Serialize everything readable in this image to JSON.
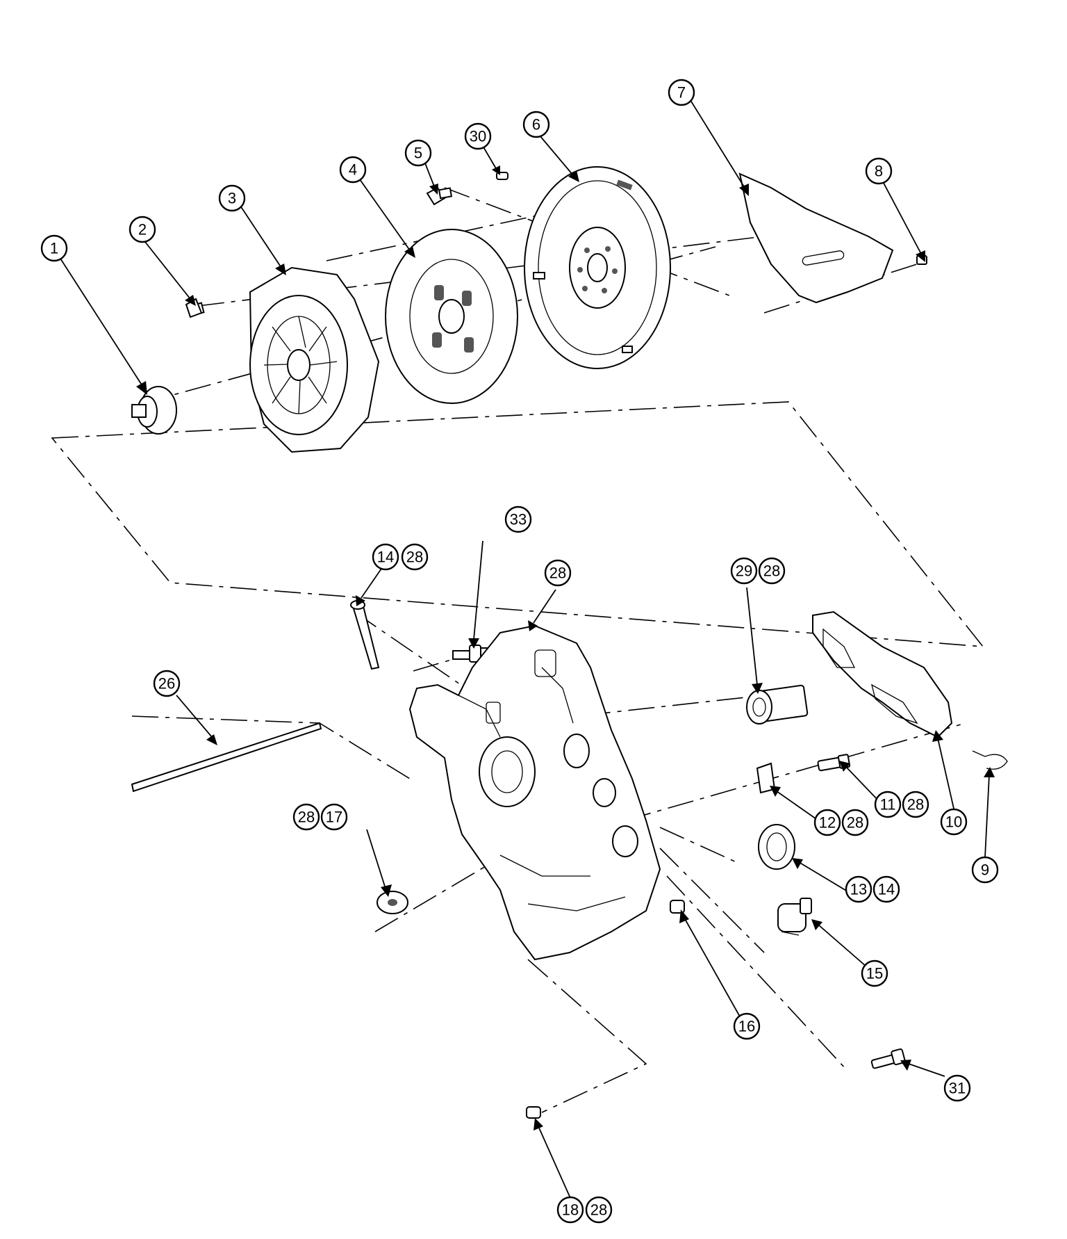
{
  "diagram": {
    "callouts": [
      {
        "id": "c1",
        "label": "1"
      },
      {
        "id": "c2",
        "label": "2"
      },
      {
        "id": "c3",
        "label": "3"
      },
      {
        "id": "c4",
        "label": "4"
      },
      {
        "id": "c5",
        "label": "5"
      },
      {
        "id": "c30",
        "label": "30"
      },
      {
        "id": "c6",
        "label": "6"
      },
      {
        "id": "c7",
        "label": "7"
      },
      {
        "id": "c8",
        "label": "8"
      },
      {
        "id": "c33",
        "label": "33"
      },
      {
        "id": "c14a",
        "label": "14"
      },
      {
        "id": "c28a",
        "label": "28"
      },
      {
        "id": "c28b",
        "label": "28"
      },
      {
        "id": "c29",
        "label": "29"
      },
      {
        "id": "c28c",
        "label": "28"
      },
      {
        "id": "c26",
        "label": "26"
      },
      {
        "id": "c11",
        "label": "11"
      },
      {
        "id": "c28d",
        "label": "28"
      },
      {
        "id": "c10",
        "label": "10"
      },
      {
        "id": "c12",
        "label": "12"
      },
      {
        "id": "c28e",
        "label": "28"
      },
      {
        "id": "c28f",
        "label": "28"
      },
      {
        "id": "c17",
        "label": "17"
      },
      {
        "id": "c9",
        "label": "9"
      },
      {
        "id": "c13",
        "label": "13"
      },
      {
        "id": "c14b",
        "label": "14"
      },
      {
        "id": "c15",
        "label": "15"
      },
      {
        "id": "c16",
        "label": "16"
      },
      {
        "id": "c31",
        "label": "31"
      },
      {
        "id": "c18",
        "label": "18"
      },
      {
        "id": "c28g",
        "label": "28"
      }
    ]
  }
}
